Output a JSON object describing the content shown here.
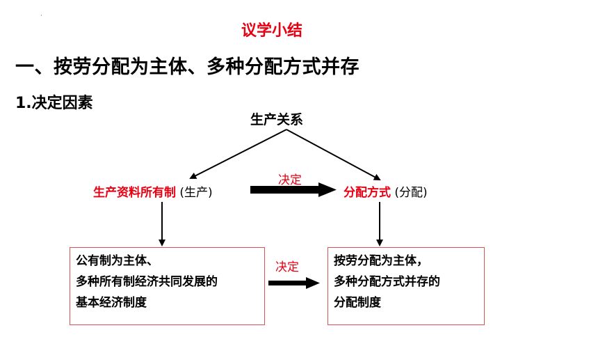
{
  "title": "议学小结",
  "heading": "一、按劳分配为主体、多种分配方式并存",
  "subheading": "1.决定因素",
  "diagram": {
    "top_node": "生产关系",
    "left_node": {
      "main": "生产资料所有制",
      "paren": "(生产)"
    },
    "right_node": {
      "main": "分配方式",
      "paren": "(分配)"
    },
    "decide_label_top": "决定",
    "decide_label_bottom": "决定",
    "left_box": [
      "公有制为主体、",
      "多种所有制经济共同发展的",
      "基本经济制度"
    ],
    "right_box": [
      "按劳分配为主体，",
      "多种分配方式并存的",
      "分配制度"
    ]
  },
  "colors": {
    "accent": "#e60012",
    "box_border": "#d9534f"
  }
}
